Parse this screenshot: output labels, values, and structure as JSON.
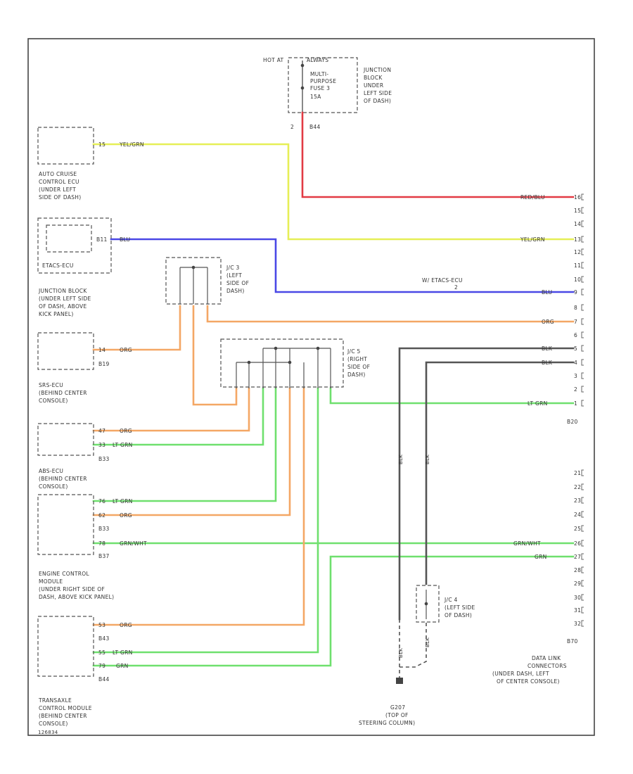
{
  "power": {
    "hot_at": "HOT AT",
    "always": "ALWAYS",
    "fuse_name": [
      "MULTI-",
      "PURPOSE",
      "FUSE 3"
    ],
    "fuse_amp": "15A",
    "jb_label": [
      "JUNCTION",
      "BLOCK",
      "UNDER",
      "LEFT SIDE",
      "OF DASH)"
    ],
    "pin": "2",
    "connector": "B44"
  },
  "components": {
    "cruise": {
      "pin": "15",
      "wire": "YEL/GRN",
      "name": [
        "AUTO CRUISE",
        "CONTROL ECU",
        "(UNDER LEFT",
        "SIDE OF DASH)"
      ]
    },
    "etacs": {
      "pin": "B11",
      "wire": "BLU",
      "name": "ETACS-ECU"
    },
    "jb2": {
      "name": [
        "JUNCTION BLOCK",
        "(UNDER LEFT SIDE",
        "OF DASH, ABOVE",
        "KICK PANEL)"
      ]
    },
    "jc3": {
      "name": [
        "J/C 3",
        "(LEFT",
        "SIDE OF",
        "DASH)"
      ]
    },
    "srs": {
      "pin": "14",
      "wire": "ORG",
      "connector": "B19",
      "name": [
        "SRS-ECU",
        "(BEHIND CENTER",
        "CONSOLE)"
      ]
    },
    "jc5": {
      "name": [
        "J/C 5",
        "(RIGHT",
        "SIDE OF",
        "DASH)"
      ]
    },
    "abs": {
      "pin1": "47",
      "wire1": "ORG",
      "pin2": "33",
      "wire2": "LT GRN",
      "connector": "B33",
      "name": [
        "ABS-ECU",
        "(BEHIND CENTER",
        "CONSOLE)"
      ]
    },
    "ecm": {
      "pin1": "76",
      "wire1": "LT GRN",
      "pin2": "62",
      "wire2": "ORG",
      "connector1": "B33",
      "pin3": "78",
      "wire3": "GRN/WHT",
      "connector2": "B37",
      "name": [
        "ENGINE CONTROL",
        "MODULE",
        "(UNDER RIGHT SIDE OF",
        "DASH, ABOVE KICK PANEL)"
      ]
    },
    "tcm": {
      "pin1": "53",
      "wire1": "ORG",
      "connector1": "B43",
      "pin2": "55",
      "wire2": "LT GRN",
      "pin3": "79",
      "wire3": "GRN",
      "connector2": "B44",
      "name": [
        "TRANSAXLE",
        "CONTROL MODULE",
        "(BEHIND CENTER",
        "CONSOLE)"
      ]
    },
    "jc4": {
      "name": [
        "J/C 4",
        "(LEFT SIDE",
        "OF DASH)"
      ]
    },
    "ground": {
      "name": [
        "G207",
        "(TOP OF",
        "STEERING COLUMN)"
      ],
      "wire": "BLK"
    }
  },
  "dlc": {
    "wires": {
      "p16": "RED/BLU",
      "p13": "YEL/GRN",
      "p10": "BLU",
      "p8": "ORG",
      "p4": "BLK",
      "p5": "BLK",
      "p1": "LT GRN",
      "p24": "GRN/WHT",
      "p27": "GRN"
    },
    "etacs_note": "W/ ETACS-ECU",
    "connector": "B20",
    "connector2": "B70",
    "name": [
      "DATA LINK",
      "CONNECTORS",
      "(UNDER DASH, LEFT",
      "OF CENTER CONSOLE)"
    ],
    "pins_top": [
      "16",
      "15",
      "14",
      "13",
      "12",
      "11",
      "10",
      "9",
      "8",
      "7",
      "6",
      "5",
      "4",
      "3",
      "2",
      "1"
    ],
    "pins_bottom": [
      "21",
      "22",
      "23",
      "24",
      "25",
      "26",
      "27",
      "28",
      "29",
      "30",
      "31",
      "32"
    ]
  },
  "figure_code": "126834",
  "colors": {
    "red": "#e23a44",
    "yellow": "#e6ef56",
    "blue": "#4a48e6",
    "orange": "#f4a765",
    "green": "#6fe06e",
    "black": "#555555"
  }
}
